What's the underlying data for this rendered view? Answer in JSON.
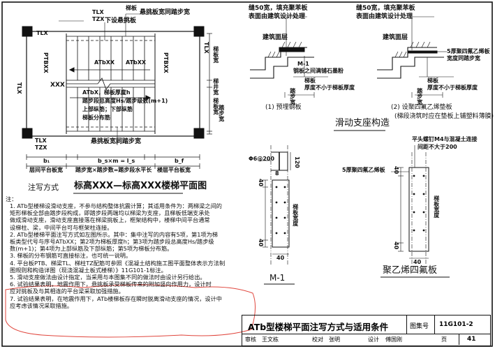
{
  "plan": {
    "beams_top": [
      "TLX",
      "TZX"
    ],
    "top_edge_label": "梯板",
    "top_callout": "悬挑板宽同踏步宽",
    "lower_landing_label": "下设悬挑板",
    "middle_codes": [
      "ATbXX",
      "ATbXX"
    ],
    "left_plate": "PTBXX",
    "right_plate": "PTBXX",
    "xxx_mark": "XXX",
    "left_beam": "TLX",
    "right_beam": "TLX",
    "bottom_beams": [
      "TLX",
      "TZX"
    ],
    "bottom_callout": "悬挑板宽同踏步宽",
    "annotation_lines": [
      "ATbX，梯板厚度h",
      "踏步段总高度Hs/踏步级数(m+1)",
      "上部纵筋；下部纵筋",
      "梯板分布筋"
    ],
    "right_dims": [
      "梯板宽",
      "梯井宽",
      "梯板宽",
      "踏步宽"
    ],
    "bottom_dims": [
      "b₁",
      "b_s×m = l_s",
      "b_f",
      "层间平台板宽",
      "踏步宽×踏步数=踏步段水平长",
      "楼层平台板宽"
    ],
    "title_prefix": "注写方式",
    "title_main": "标高XXX—标高XXX楼梯平面图"
  },
  "detail1": {
    "top_note": [
      "缝50宽，填充聚苯板",
      "表面由建筑设计处理"
    ],
    "material_label": "建筑面层",
    "bar_label": "M-1",
    "bar_note": "钢板之间满铺石墨粉",
    "under_labels": [
      "梯板",
      "厚度不小于梯板厚度"
    ],
    "step_label": "踏步宽",
    "caption": "(1) 预埋钢板"
  },
  "detail2": {
    "top_note": [
      "缝50宽，填充聚苯板",
      "表面由建筑设计处理"
    ],
    "material_label": "建筑面层",
    "sheet_label": [
      "5厚聚四氟乙烯板",
      "宽度同踏步宽"
    ],
    "under_labels": [
      "梯板",
      "厚度不小于梯板厚度"
    ],
    "step_label": "踏步宽",
    "caption": [
      "(2) 设聚四氟乙烯垫板",
      "(梯段浇筑时应在垫板上铺塑料薄膜)"
    ]
  },
  "slide_title": "滑动支座构造",
  "m1": {
    "rebar": "Φ6@200",
    "dims": [
      "120",
      "8",
      "40",
      "40",
      "40"
    ],
    "length_label": "梯板宽度",
    "caption": "M-1"
  },
  "ptfe": {
    "top_note": [
      "平头螺钉M4与混凝土连接",
      "间距不大于200"
    ],
    "sheet_label": "5厚聚四氟乙烯板",
    "width_label": "梯板宽度",
    "caption": "聚乙烯四氟板"
  },
  "notes": {
    "heading": "注：",
    "items": [
      "1. ATb型楼梯设滑动支座，不参与结构整体抗震计算；其适用条件为：两梯梁之间的",
      "   矩形梯板全部由踏步段构成，即踏步段两端均以梯梁为支座，且梯板低端支承处",
      "   做成滑动支座，滑动支座直接落在梯梁挑板上，框架结构中，楼梯中间平台通常",
      "   设梯柱、梁，中间平台可与框架柱连接。",
      "2. ATb型楼梯平面注写方式如左图所示。其中：集中注写的内容有5项，第1项为梯",
      "   板类型代号与序号ATbXX；第2项为梯板厚度h；第3项为踏步段总高度Hs/踏步级",
      "   数(m+1)；第4项为上部纵筋及下部纵筋；第5项为梯板分布筋。",
      "3. 梯板的分布钢筋可直接标注，也可统一说明。",
      "4. 平台板PTB、梯梁TL、梯柱TZ配筋可参照《混凝土结构施工图平面整体表示方法制",
      "   图规则和构造详图（现浇混凝土板式楼梯）》11G101-1标注。",
      "5. 滑动支座做法由设计指定，当采用与本图集不同的做法时由设计另行给出。",
      "6. 试验结果表明，地震作用下，悬挑板承受梯板传来的附加竖向作用力，设计时",
      "   应对挑板及与其相连的平台梁采取加强措施。",
      "7. 试验结果表明，在地震作用下，ATb楼梯板存在瞬时脱离滑动支座的情况，设计中",
      "   应考虑该情况采取措施。"
    ]
  },
  "titleblock": {
    "title": "ATb型楼梯平面注写方式与适用条件",
    "atlas_label": "图集号",
    "atlas_no": "11G101-2",
    "row2": [
      "审核",
      "王文栋",
      "校对",
      "张明",
      "设计",
      "傅国刚",
      "页"
    ],
    "page_no": "41"
  }
}
